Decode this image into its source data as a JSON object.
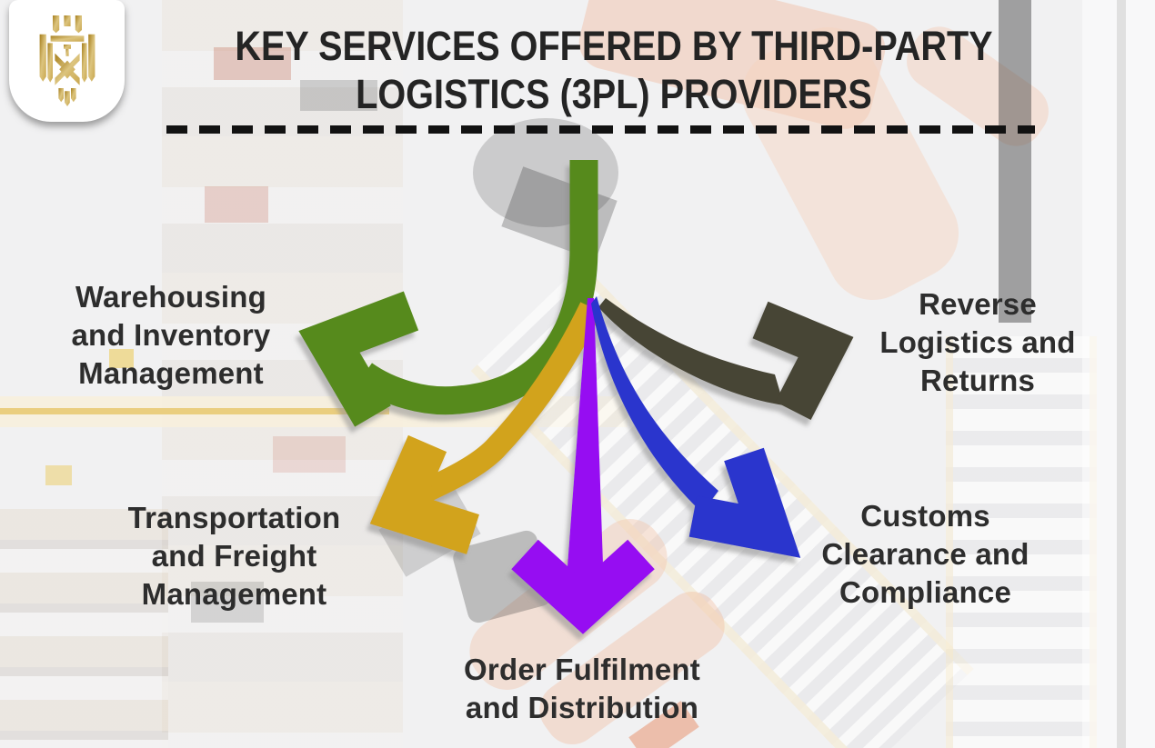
{
  "header": {
    "title_line1": "KEY SERVICES OFFERED BY THIRD-PARTY",
    "title_line2": "LOGISTICS (3PL) PROVIDERS"
  },
  "logo": {
    "emblem": "gold-lion-crest"
  },
  "services": [
    {
      "id": "warehousing",
      "label": "Warehousing\nand Inventory\nManagement",
      "arrow_color": "#578a1e",
      "arrow_direction": "upper-left"
    },
    {
      "id": "reverse-logistics",
      "label": "Reverse\nLogistics and\nReturns",
      "arrow_color": "#474434",
      "arrow_direction": "upper-right"
    },
    {
      "id": "transportation",
      "label": "Transportation\nand Freight\nManagement",
      "arrow_color": "#d2a31e",
      "arrow_direction": "lower-left"
    },
    {
      "id": "order-fulfilment",
      "label": "Order Fulfilment\nand Distribution",
      "arrow_color": "#9610f2",
      "arrow_direction": "down"
    },
    {
      "id": "customs",
      "label": "Customs\nClearance and\nCompliance",
      "arrow_color": "#2a34cd",
      "arrow_direction": "lower-right"
    }
  ],
  "style": {
    "title_color": "#242424",
    "label_color": "#2d2d2d",
    "dash_color": "#121212",
    "background": "#f1f1f2",
    "logo_gold_dark": "#a67f1e",
    "logo_gold_mid": "#c9a74f",
    "logo_gold_light": "#dcc47e"
  }
}
